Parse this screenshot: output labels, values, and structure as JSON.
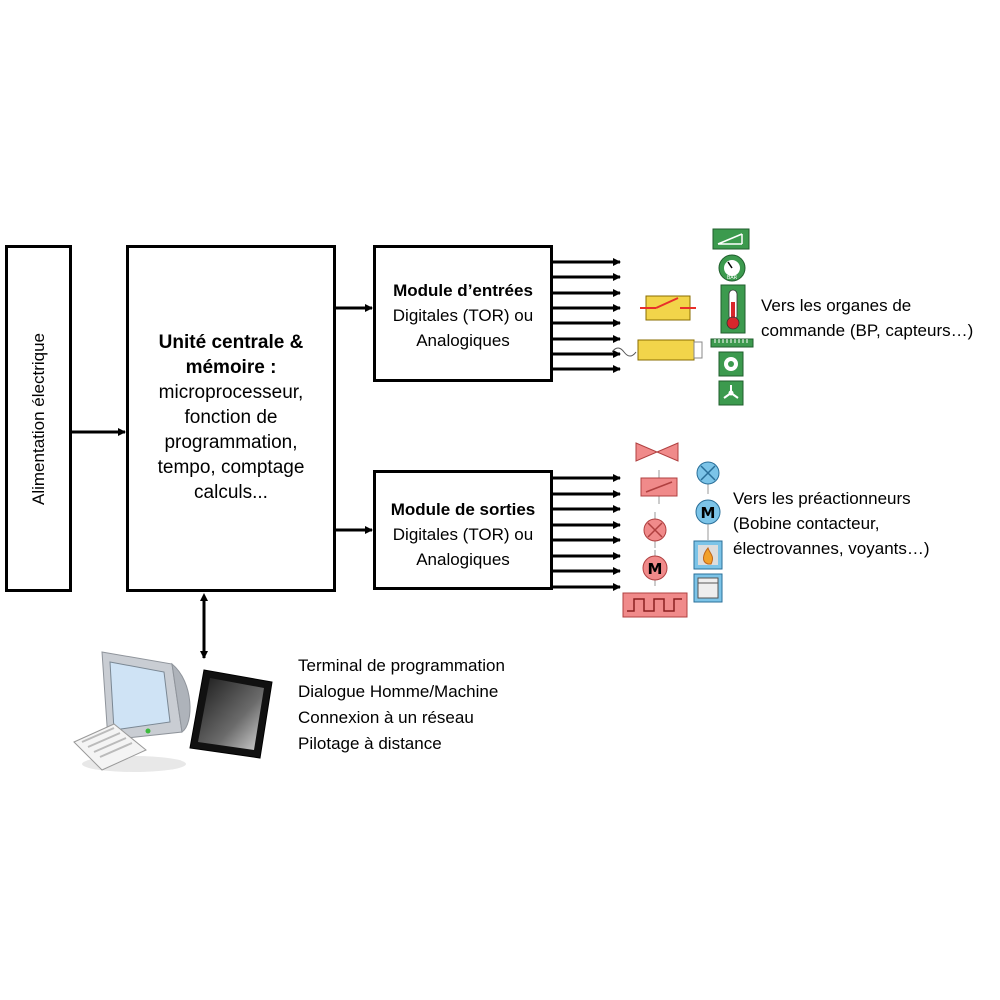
{
  "power_block": {
    "label": "Alimentation électrique"
  },
  "cpu_block": {
    "title_1": "Unité centrale &",
    "title_2": "mémoire :",
    "lines": [
      "microprocesseur,",
      "fonction de",
      "programmation,",
      "tempo, comptage",
      "calculs..."
    ]
  },
  "input_module": {
    "title": "Module d’entrées",
    "line_1": "Digitales (TOR) ou",
    "line_2": "Analogiques"
  },
  "output_module": {
    "title": "Module de sorties",
    "line_1": "Digitales (TOR) ou",
    "line_2": "Analogiques"
  },
  "input_target": {
    "line_1": "Vers les organes de",
    "line_2": "commande (BP, capteurs…)"
  },
  "output_target": {
    "line_1": "Vers les préactionneurs",
    "line_2": "(Bobine contacteur,",
    "line_3": "électrovannes, voyants…)"
  },
  "terminal": {
    "lines": [
      "Terminal de programmation",
      "Dialogue Homme/Machine",
      "Connexion à un réseau",
      "Pilotage à distance"
    ]
  },
  "colors": {
    "sensor_green": "#3c9a4e",
    "actuator_red": "#f08a8a",
    "actuator_blue": "#7cc4e8",
    "switch_yellow": "#f2d44a"
  },
  "icons": {
    "inputs": [
      "level-sensor-icon",
      "pressure-gauge-icon",
      "thermometer-icon",
      "push-button-switch-icon",
      "proximity-sensor-icon",
      "ruler-icon",
      "flow-sensor-icon",
      "fan-icon"
    ],
    "outputs": [
      "solenoid-valve-icon",
      "relay-coil-icon",
      "indicator-lamp-icon",
      "motor-icon",
      "pulse-signal-icon",
      "heater-icon",
      "display-panel-icon"
    ],
    "terminal": [
      "computer-icon",
      "tablet-icon"
    ]
  },
  "pressure_gauge_text": "BAR"
}
